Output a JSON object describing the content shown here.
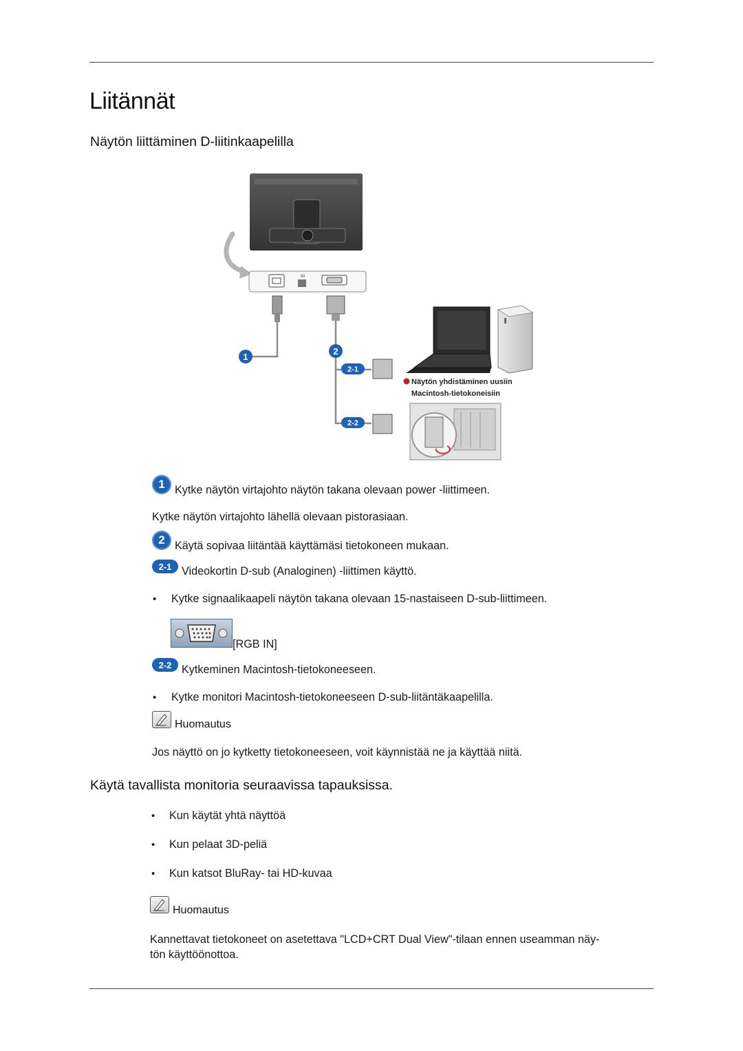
{
  "page": {
    "title": "Liitännät",
    "section1_heading": "Näytön liittäminen D-liitinkaapelilla",
    "section2_heading": "Käytä tavallista monitoria seuraavissa tapauksissa."
  },
  "diagram": {
    "port_in_label": "IN",
    "badge_1": "1",
    "badge_2": "2",
    "badge_2_1": "2-1",
    "badge_2_2": "2-2",
    "mac_caption_line1": "Näytön yhdistäminen uusiin",
    "mac_caption_line2": "Macintosh-tietokoneisiin"
  },
  "steps": {
    "step1_badge": "1",
    "step1_line1": "Kytke näytön virtajohto näytön takana olevaan power -liittimeen.",
    "step1_line2": "Kytke näytön virtajohto lähellä olevaan pistorasiaan.",
    "step2_badge": "2",
    "step2_line": "Käytä sopivaa liitäntää käyttämäsi tietokoneen mukaan.",
    "step21_badge": "2-1",
    "step21_line": "Videokortin D-sub (Analoginen) -liittimen käyttö.",
    "step21_bullet": "Kytke signaalikaapeli näytön takana olevaan 15-nastaiseen D-sub-liittimeen.",
    "rgb_in_label": "[RGB IN]",
    "step22_badge": "2-2",
    "step22_line": "Kytkeminen Macintosh-tietokoneeseen.",
    "step22_bullet": "Kytke monitori Macintosh-tietokoneeseen D-sub-liitäntäkaapelilla.",
    "note1_label": "Huomautus",
    "note1_text": "Jos näyttö on jo kytketty tietokoneeseen, voit käynnistää ne ja käyttää niitä."
  },
  "section2": {
    "bullets": [
      "Kun käytät yhtä näyttöä",
      "Kun pelaat 3D-peliä",
      "Kun katsot BluRay- tai HD-kuvaa"
    ],
    "note2_label": "Huomautus",
    "note2_line1": "Kannettavat tietokoneet on asetettava \"LCD+CRT Dual View\"-tilaan ennen useamman näy-",
    "note2_line2": "tön käyttöönottoa."
  },
  "colors": {
    "badge_blue": "#1e62b5",
    "monitor_dark": "#4a4a4a",
    "mac_dot_red": "#c0202a",
    "arrow_red": "#d8303a"
  }
}
